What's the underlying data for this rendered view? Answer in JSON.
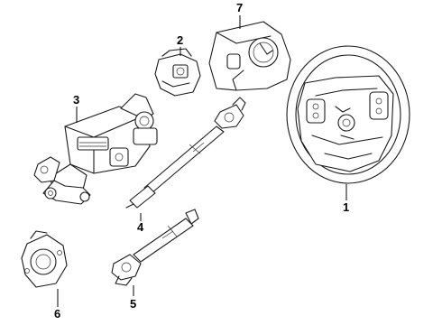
{
  "callouts": {
    "steering_wheel": "1",
    "ignition_lock": "2",
    "steering_column": "3",
    "upper_shaft": "4",
    "lower_shaft": "5",
    "clockspring": "6",
    "column_shroud": "7"
  },
  "colors": {
    "line": "#1a1a1a",
    "background": "#ffffff"
  }
}
